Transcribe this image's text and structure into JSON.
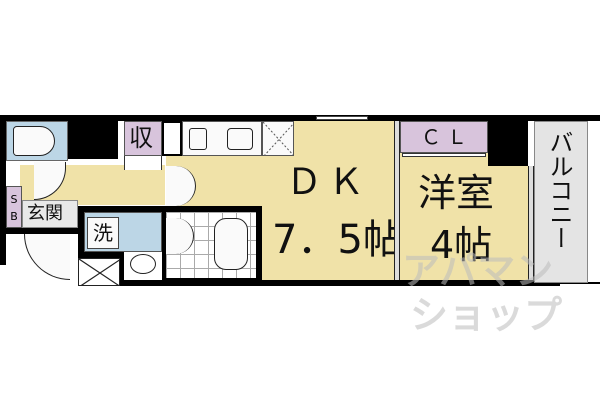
{
  "floor_plan": {
    "rooms": [
      {
        "id": "dk",
        "label_line1": "ＤＫ",
        "label_line2": "7．5帖",
        "type": "dining-kitchen",
        "size_jo": 7.5
      },
      {
        "id": "western_room",
        "label_line1": "洋室",
        "label_line2": "4帖",
        "type": "western-room",
        "size_jo": 4
      },
      {
        "id": "balcony",
        "label": "バルコニー",
        "type": "balcony"
      },
      {
        "id": "closet",
        "label": "ＣＬ",
        "type": "closet"
      },
      {
        "id": "storage",
        "label": "収",
        "type": "storage"
      },
      {
        "id": "entrance",
        "label": "玄関",
        "type": "entrance"
      },
      {
        "id": "shoe_box",
        "label_line1": "S",
        "label_line2": "B",
        "type": "shoe-box"
      },
      {
        "id": "washer",
        "label": "洗",
        "type": "washing-machine-space"
      },
      {
        "id": "toilet",
        "type": "toilet"
      },
      {
        "id": "bathroom",
        "type": "unit-bath"
      }
    ],
    "colors": {
      "floor_wood": "#f0e2a8",
      "wet_area": "#bcd6e6",
      "storage": "#d8c4dc",
      "balcony": "#e4e4e4",
      "entrance": "#e8e8e8",
      "wall": "#000000"
    },
    "watermark": {
      "line1": "アパマン",
      "line2": "ショップ"
    }
  }
}
